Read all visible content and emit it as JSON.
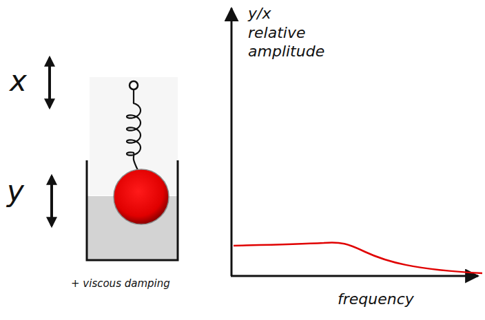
{
  "diagram": {
    "labels": [
      "x",
      "y",
      "+ viscous damping",
      "y/x relative amplitude",
      "frequency"
    ]
  }
}
